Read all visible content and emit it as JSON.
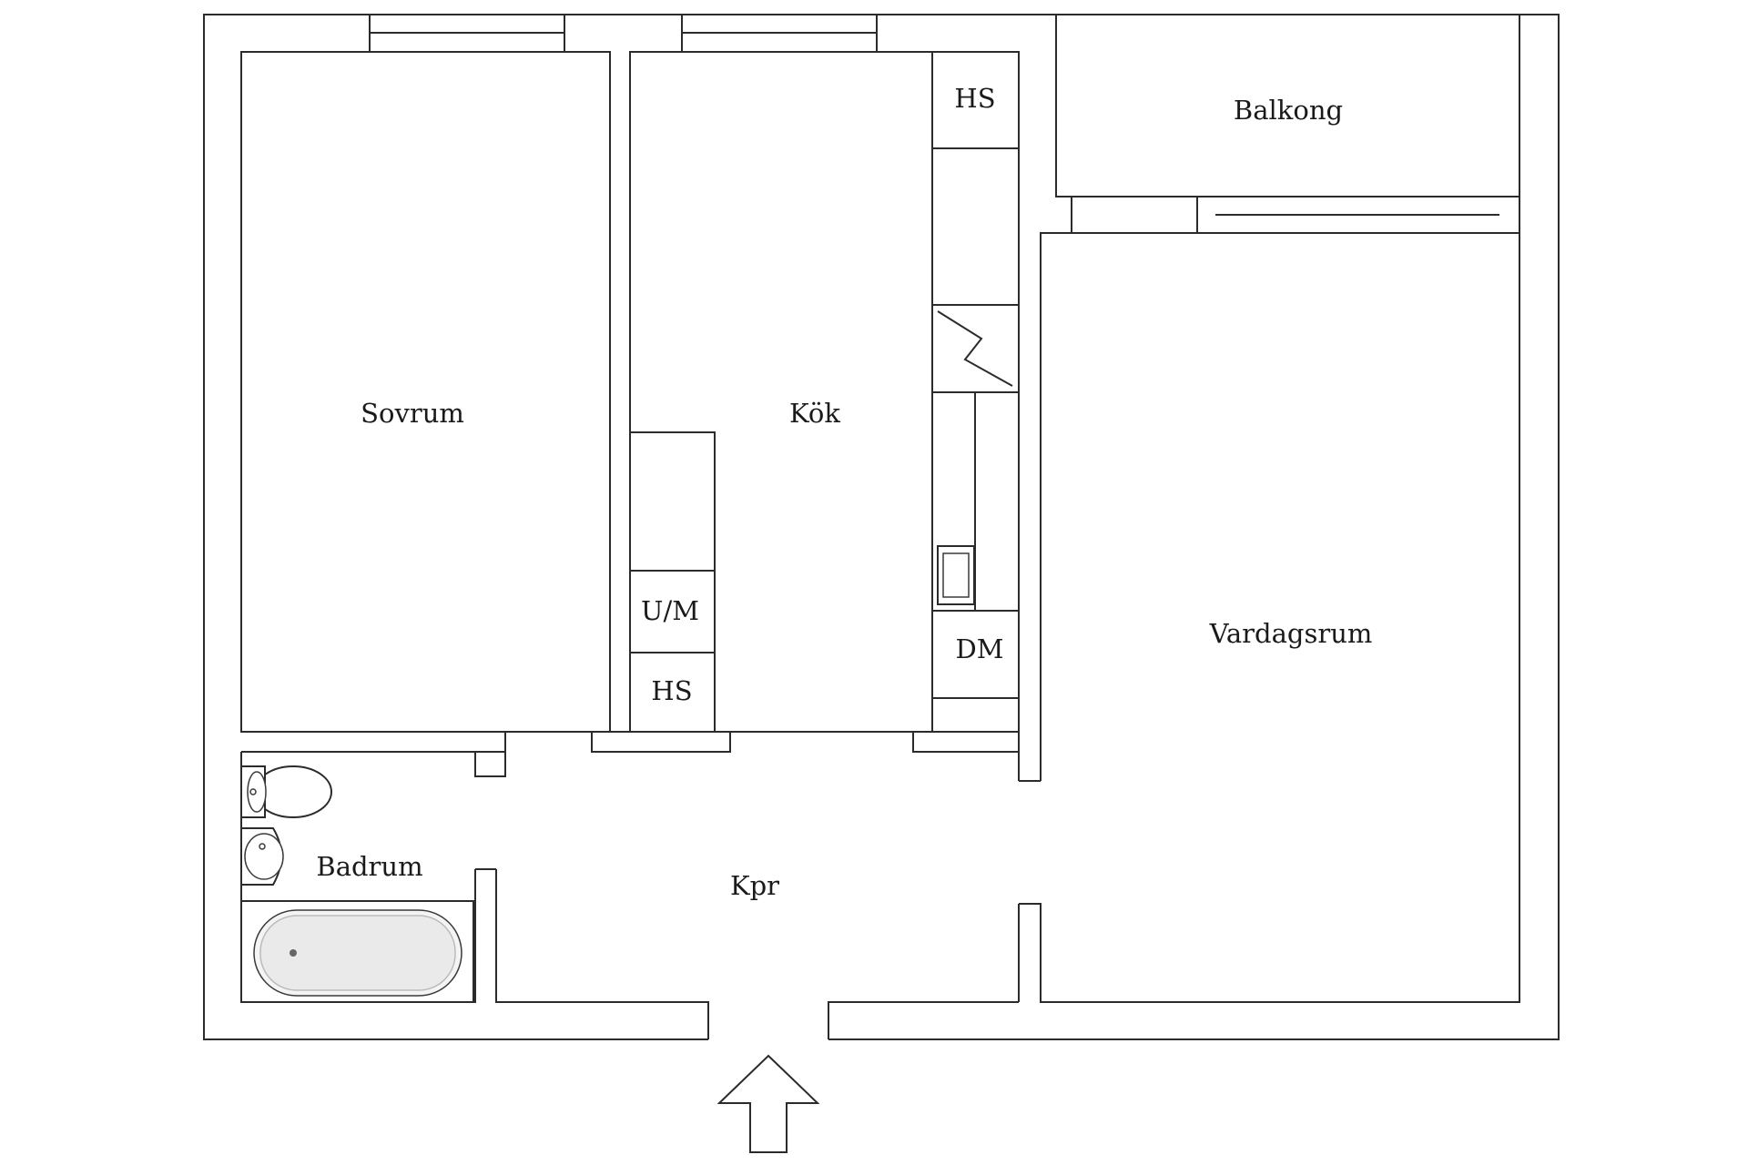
{
  "rooms": {
    "bedroom": "Sovrum",
    "kitchen": "Kök",
    "balcony": "Balkong",
    "living_room": "Vardagsrum",
    "bathroom": "Badrum",
    "hallway": "Kpr"
  },
  "fixtures": {
    "kitchen_cabinet_top": "HS",
    "washer_microwave": "U/M",
    "kitchen_cabinet_bottom": "HS",
    "dishwasher": "DM"
  },
  "colors": {
    "line": "#2b2b2b",
    "background": "#ffffff",
    "text": "#1a1a1a"
  }
}
